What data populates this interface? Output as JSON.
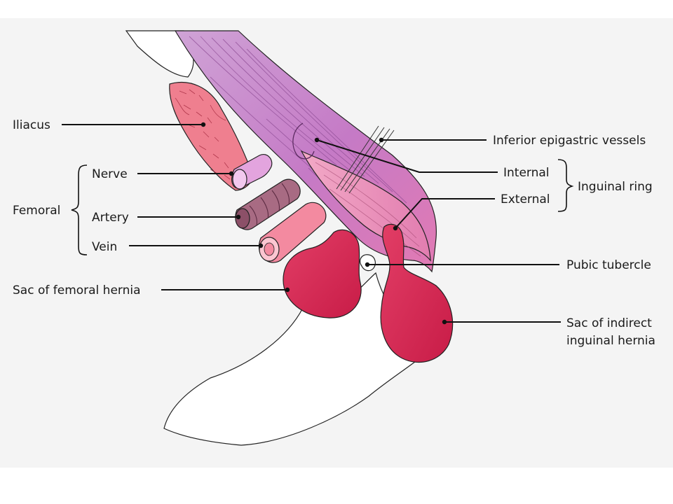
{
  "labels": {
    "iliacus": "Iliacus",
    "femoral": "Femoral",
    "nerve": "Nerve",
    "artery": "Artery",
    "vein": "Vein",
    "sac_femoral": "Sac of femoral hernia",
    "inferior_epigastric": "Inferior epigastric vessels",
    "internal": "Internal",
    "external": "External",
    "inguinal_ring": "Inguinal ring",
    "pubic_tubercle": "Pubic tubercle",
    "sac_indirect_line1": "Sac of indirect",
    "sac_indirect_line2": "inguinal hernia"
  },
  "colors": {
    "panel_background": "#f4f4f4",
    "muscle_purple": "#c987cc",
    "muscle_pink": "#f09ab8",
    "iliacus_muscle": "#ef7f8f",
    "nerve": "#e3a4de",
    "artery": "#a86b83",
    "vein": "#f38aa0",
    "hernia_sac": "#d8244f",
    "bone": "#ffffff"
  }
}
